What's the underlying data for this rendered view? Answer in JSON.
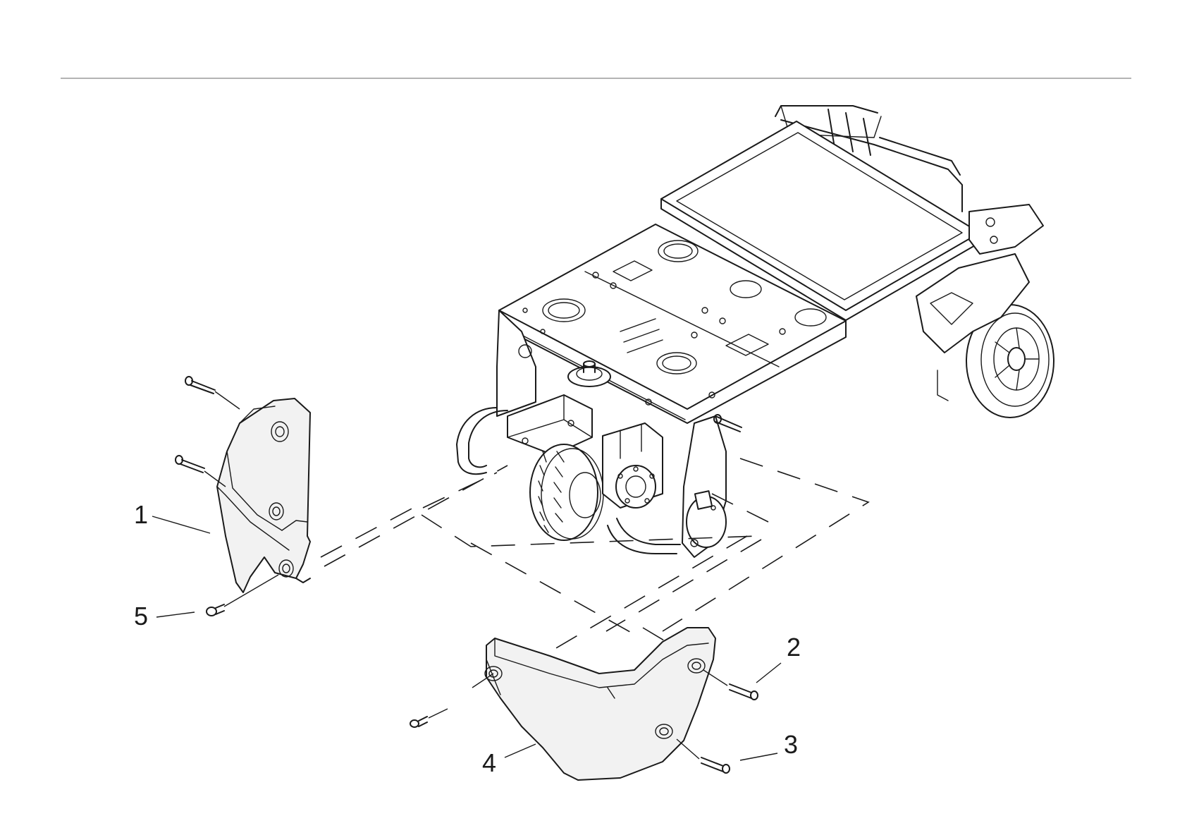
{
  "callouts": [
    {
      "id": "c1",
      "label": "1"
    },
    {
      "id": "c2",
      "label": "2"
    },
    {
      "id": "c3",
      "label": "3"
    },
    {
      "id": "c4",
      "label": "4"
    },
    {
      "id": "c5",
      "label": "5"
    }
  ],
  "colors": {
    "line": "#1a1a1a",
    "background": "#ffffff",
    "rule": "#9a9a9a"
  }
}
